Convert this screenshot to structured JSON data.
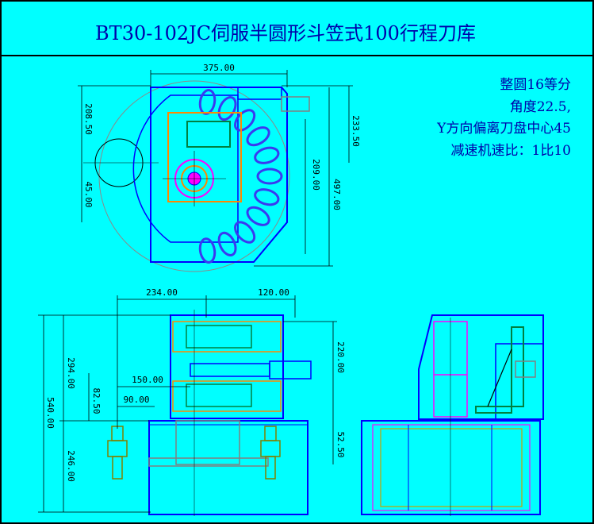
{
  "title": "BT30-102JC伺服半圆形斗笠式100行程刀库",
  "notes": [
    "整圆16等分",
    "角度22.5,",
    "Y方向偏离刀盘中心45",
    "减速机速比：1比10"
  ],
  "dims": {
    "top_width": "375.00",
    "top_left_h1": "208.50",
    "top_left_h2": "45.00",
    "top_right_h1": "233.50",
    "top_right_h2": "209.00",
    "top_right_h3": "497.00",
    "front_w1": "234.00",
    "front_w2": "120.00",
    "front_w3": "150.00",
    "front_w4": "90.00",
    "front_h_total": "540.00",
    "front_h_upper": "294.00",
    "front_h_lower": "246.00",
    "front_h_small": "82.50",
    "front_h_right": "220.00",
    "side_h": "52.50"
  },
  "colors": {
    "background": "#00ffff",
    "outline": "#0000ff",
    "tool_disk": "#3a3af0",
    "orange": "#ff8800",
    "magenta": "#ff00ff",
    "green": "#008040",
    "gray": "#808080",
    "yellow": "#c8a000"
  }
}
